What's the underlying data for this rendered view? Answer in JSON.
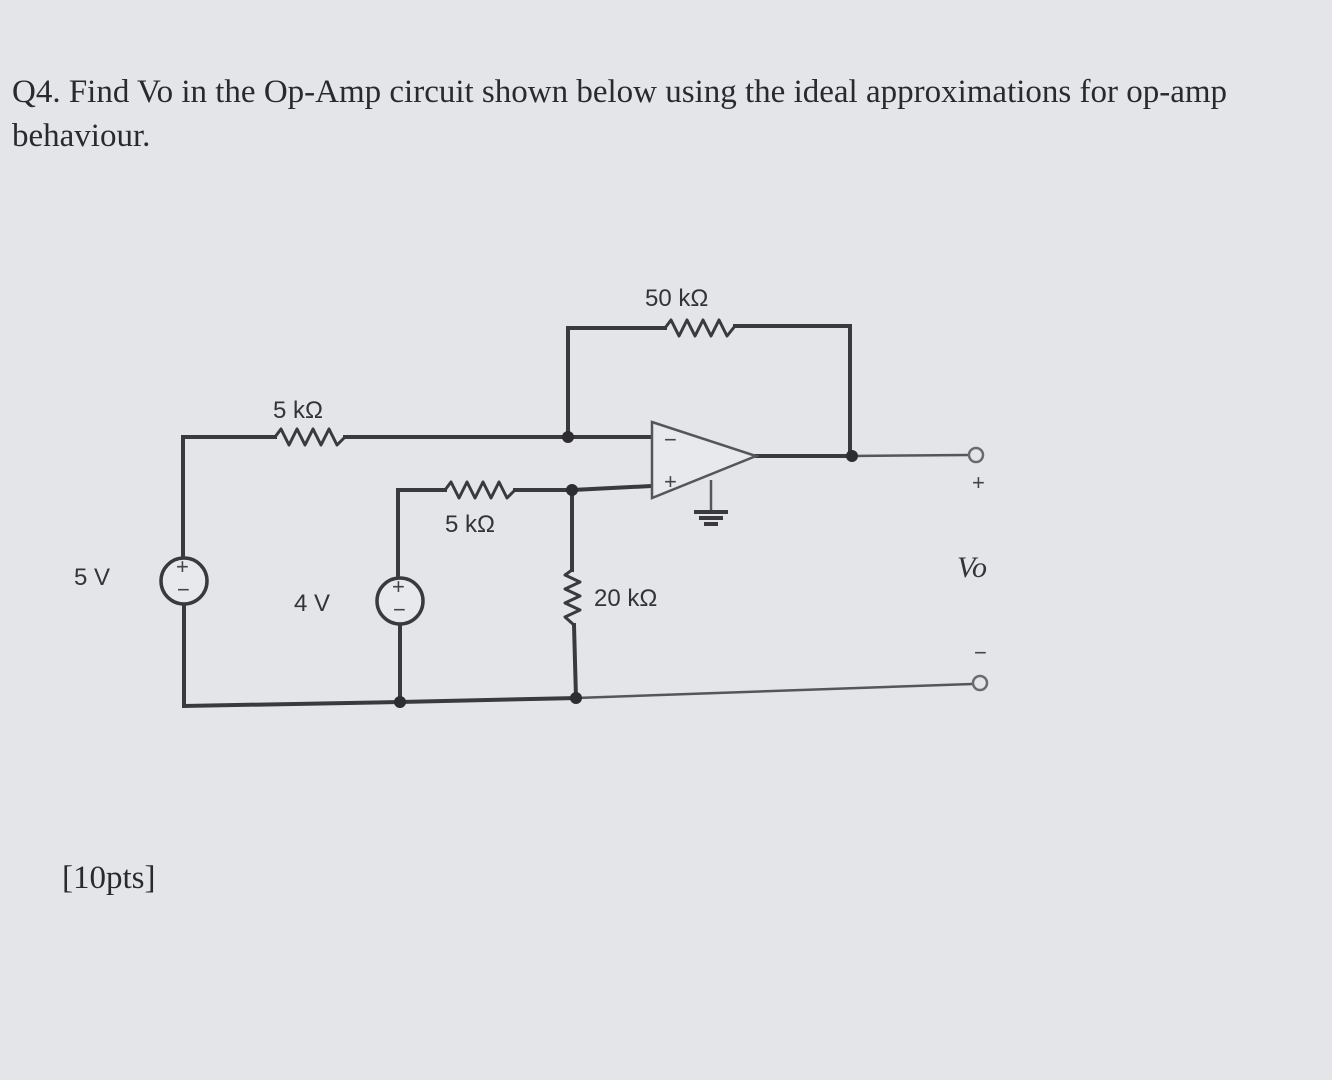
{
  "question": {
    "text": "Q4. Find Vo in the Op-Amp circuit shown below using the ideal approximations for op-amp behaviour."
  },
  "points": "[10pts]",
  "circuit": {
    "r_feedback": "50 kΩ",
    "r_input_inverting": "5 kΩ",
    "r_input_noninverting": "5 kΩ",
    "r_ground": "20 kΩ",
    "source_left": "5 V",
    "source_mid": "4 V",
    "output_label": "Vo",
    "output_plus": "+",
    "output_minus": "−",
    "opamp_minus": "−",
    "opamp_plus": "+",
    "source_plus": "+",
    "source_minus": "−"
  }
}
